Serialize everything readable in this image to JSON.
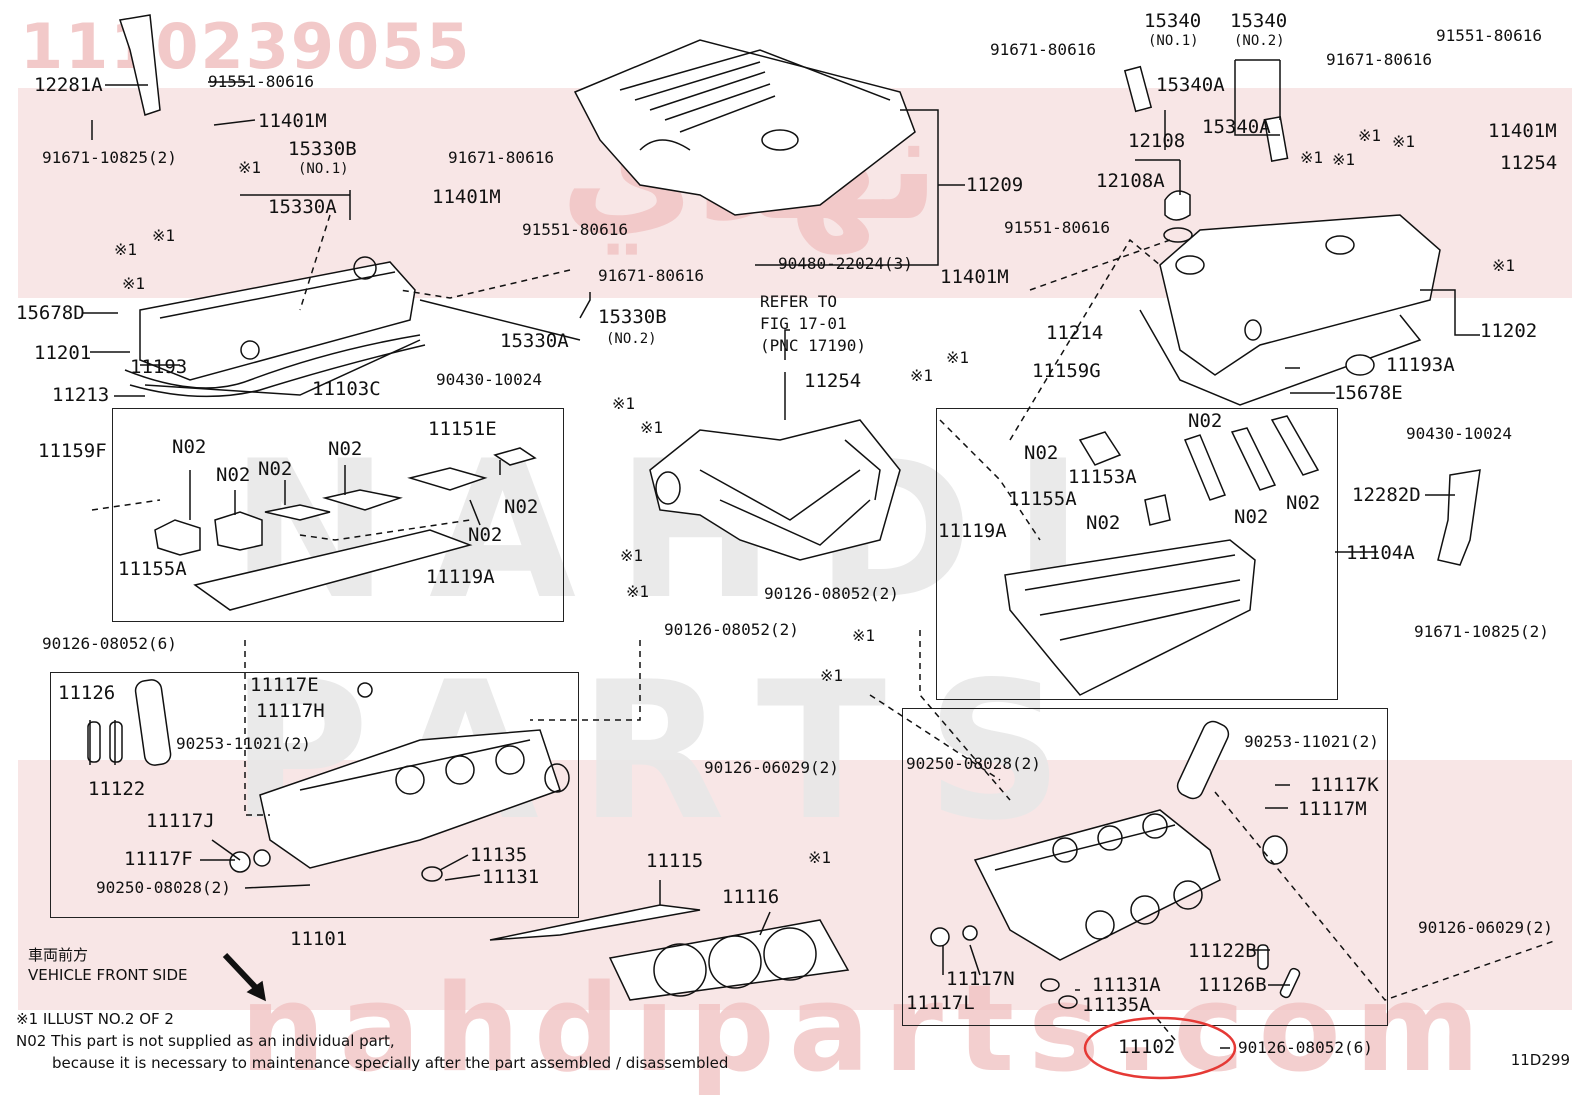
{
  "header": {
    "part_number": "1110239055"
  },
  "watermark": {
    "logo_text": "نهدي",
    "brand_text": "NAHDI PARTS",
    "site_text": "nahdiparts.com"
  },
  "labels": {
    "l12281A": "12281A",
    "l91551_tl": "91551-80616",
    "l11401M_tl": "11401M",
    "l91671_10825_l": "91671-10825(2)",
    "l15330B_1": "15330B",
    "no1_15330": "(NO.1)",
    "l15330A_1": "15330A",
    "l91671_l1": "91671-80616",
    "l11401M_c": "11401M",
    "l91551_c": "91551-80616",
    "l91671_c": "91671-80616",
    "l15678D": "15678D",
    "l11201": "11201",
    "l11193": "11193",
    "l11213": "11213",
    "l15330B_2": "15330B",
    "no2_15330": "(NO.2)",
    "l15330A_2": "15330A",
    "l11103C": "11103C",
    "l90430_l": "90430-10024",
    "l11151E": "11151E",
    "l11159F": "11159F",
    "l11155A_l": "11155A",
    "l11119A_l": "11119A",
    "n02_a": "N02",
    "n02_b": "N02",
    "n02_c": "N02",
    "n02_d": "N02",
    "n02_e": "N02",
    "n02_f": "N02",
    "l90126_08052_6_l": "90126-08052(6)",
    "l90126_08052_2_c": "90126-08052(2)",
    "l11126": "11126",
    "l11122": "11122",
    "l11117E": "11117E",
    "l11117H": "11117H",
    "l90253_l": "90253-11021(2)",
    "l90126_06029_c": "90126-06029(2)",
    "l11117J": "11117J",
    "l11117F": "11117F",
    "l90250_l": "90250-08028(2)",
    "l11135": "11135",
    "l11131": "11131",
    "l11101": "11101",
    "l11115": "11115",
    "l11116": "11116",
    "l11209": "11209",
    "l90480": "90480-22024(3)",
    "l11401M_mid": "11401M",
    "refer_1": "REFER TO",
    "refer_2": "FIG 17-01",
    "refer_3": "(PNC 17190)",
    "l11254_c": "11254",
    "l90126_08052_2_m": "90126-08052(2)",
    "l15340_1": "15340",
    "no1_15340": "(NO.1)",
    "l15340_2": "15340",
    "no2_15340": "(NO.2)",
    "l91671_r1": "91671-80616",
    "l15340A_1": "15340A",
    "l15340A_2": "15340A",
    "l91551_tr": "91551-80616",
    "l91671_r2": "91671-80616",
    "l12108": "12108",
    "l12108A": "12108A",
    "l11401M_r": "11401M",
    "l11254_r": "11254",
    "l91551_r": "91551-80616",
    "l11214": "11214",
    "l11202": "11202",
    "l11193A": "11193A",
    "l15678E": "15678E",
    "l11159G": "11159G",
    "l90430_r": "90430-10024",
    "n02_g": "N02",
    "n02_h": "N02",
    "n02_i": "N02",
    "n02_j": "N02",
    "n02_k": "N02",
    "l11153A": "11153A",
    "l11155A_r": "11155A",
    "l11119A_r": "11119A",
    "l12282D": "12282D",
    "l11104A": "11104A",
    "l91671_10825_r": "91671-10825(2)",
    "l90253_r": "90253-11021(2)",
    "l90250_r": "90250-08028(2)",
    "l11117K": "11117K",
    "l11117M": "11117M",
    "l90126_06029_r": "90126-06029(2)",
    "l11122B": "11122B",
    "l11126B": "11126B",
    "l11117N": "11117N",
    "l11117L": "11117L",
    "l11131A": "11131A",
    "l11135A": "11135A",
    "l11102": "11102",
    "l90126_08052_6_r": "90126-08052(6)",
    "x1": "※1"
  },
  "notes": {
    "front_jp": "車両前方",
    "front_en": "VEHICLE FRONT SIDE",
    "illust": "※1 ILLUST NO.2 OF 2",
    "n02_line1": "N02 This part is not supplied as an individual part,",
    "n02_line2": "because it is necessary to maintenance specially after the part assembled / disassembled"
  },
  "diagram_id": "11D299",
  "colors": {
    "watermark_band": "#f3d2d2",
    "watermark_text": "#f2c9c9",
    "highlight_ring": "#e53935",
    "line": "#111111"
  }
}
